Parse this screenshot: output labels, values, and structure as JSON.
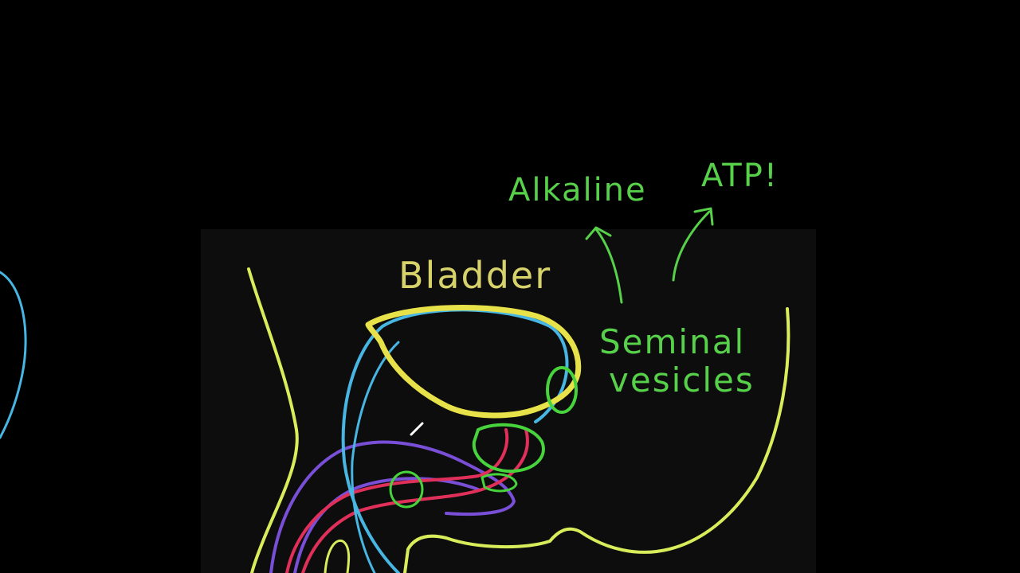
{
  "colors": {
    "background": "#000000",
    "panel": "#0d0d0d",
    "label_green": "#57d04a",
    "label_yellow": "#d7d36a",
    "outline_yellow": "#d9ec5a",
    "bladder_yellow": "#e8e24a",
    "blue": "#47b6e3",
    "purple": "#7a4fd8",
    "red": "#e0305a",
    "gland_green": "#47d33c"
  },
  "labels": {
    "bladder": "Bladder",
    "seminal_line1": "Seminal",
    "seminal_line2": "vesicles",
    "alkaline": "Alkaline",
    "atp": "ATP!"
  }
}
